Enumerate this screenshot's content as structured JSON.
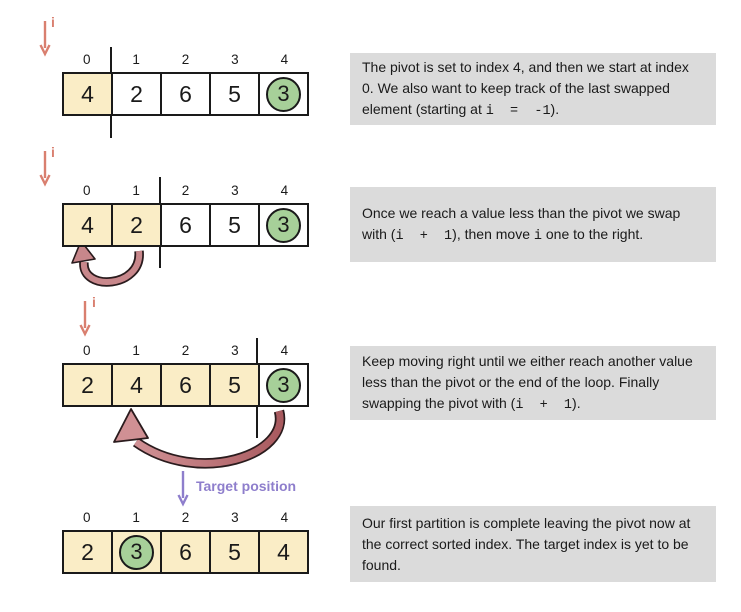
{
  "colors": {
    "cell_highlight": "#FAEDC6",
    "cell_default": "#FFFFFF",
    "pivot_circle_fill": "#A7D099",
    "grid_border": "#1A1A1A",
    "i_arrow": "#D97F6F",
    "target_arrow": "#8E7ECC",
    "swap_arrow_fill": "#C8878B",
    "swap_arrow_dark": "#A8595E",
    "swap_arrow_outline": "#2A1B1D",
    "description_bg": "#DBDBDB",
    "text": "#1A1A1A"
  },
  "steps": [
    {
      "indices": [
        "0",
        "1",
        "2",
        "3",
        "4"
      ],
      "cells": [
        {
          "value": "4",
          "highlight": true,
          "circled": false
        },
        {
          "value": "2",
          "highlight": false,
          "circled": false
        },
        {
          "value": "6",
          "highlight": false,
          "circled": false
        },
        {
          "value": "5",
          "highlight": false,
          "circled": false
        },
        {
          "value": "3",
          "highlight": false,
          "circled": true
        }
      ],
      "divider_after_index": 0,
      "i_arrow": {
        "label": "i",
        "position": "left of index 0"
      },
      "description": [
        {
          "code": false,
          "text": "The pivot is set to index 4, and then we start at index 0. We also want to keep track of the last swapped element (starting at "
        },
        {
          "code": true,
          "text": "i  =  -1"
        },
        {
          "code": false,
          "text": ")."
        }
      ]
    },
    {
      "indices": [
        "0",
        "1",
        "2",
        "3",
        "4"
      ],
      "cells": [
        {
          "value": "4",
          "highlight": true,
          "circled": false
        },
        {
          "value": "2",
          "highlight": true,
          "circled": false
        },
        {
          "value": "6",
          "highlight": false,
          "circled": false
        },
        {
          "value": "5",
          "highlight": false,
          "circled": false
        },
        {
          "value": "3",
          "highlight": false,
          "circled": true
        }
      ],
      "divider_after_index": 1,
      "i_arrow": {
        "label": "i",
        "position": "left of index 0"
      },
      "swap_arrow": {
        "from_index": 1,
        "to_index": 0
      },
      "description": [
        {
          "code": false,
          "text": "Once we reach a value less than the pivot we swap with ("
        },
        {
          "code": true,
          "text": "i  +  1"
        },
        {
          "code": false,
          "text": "), then move "
        },
        {
          "code": true,
          "text": "i"
        },
        {
          "code": false,
          "text": " one to the right."
        }
      ]
    },
    {
      "indices": [
        "0",
        "1",
        "2",
        "3",
        "4"
      ],
      "cells": [
        {
          "value": "2",
          "highlight": true,
          "circled": false
        },
        {
          "value": "4",
          "highlight": true,
          "circled": false
        },
        {
          "value": "6",
          "highlight": true,
          "circled": false
        },
        {
          "value": "5",
          "highlight": true,
          "circled": false
        },
        {
          "value": "3",
          "highlight": false,
          "circled": true
        }
      ],
      "divider_after_index": 3,
      "i_arrow": {
        "label": "i",
        "position": "above index 0"
      },
      "swap_arrow": {
        "from_index": 4,
        "to_index": 1
      },
      "description": [
        {
          "code": false,
          "text": "Keep moving right until we either reach another value less than the pivot or the end of the loop. Finally swapping the pivot with ("
        },
        {
          "code": true,
          "text": "i  +  1"
        },
        {
          "code": false,
          "text": ")."
        }
      ]
    },
    {
      "indices": [
        "0",
        "1",
        "2",
        "3",
        "4"
      ],
      "cells": [
        {
          "value": "2",
          "highlight": true,
          "circled": false
        },
        {
          "value": "3",
          "highlight": true,
          "circled": true
        },
        {
          "value": "6",
          "highlight": true,
          "circled": false
        },
        {
          "value": "5",
          "highlight": true,
          "circled": false
        },
        {
          "value": "4",
          "highlight": true,
          "circled": false
        }
      ],
      "divider_after_index": null,
      "target_arrow": {
        "label": "Target position",
        "position": "above index 2"
      },
      "description": [
        {
          "code": false,
          "text": "Our first partition is complete leaving the pivot now at the correct sorted index. The target index is yet to be found."
        }
      ]
    }
  ]
}
